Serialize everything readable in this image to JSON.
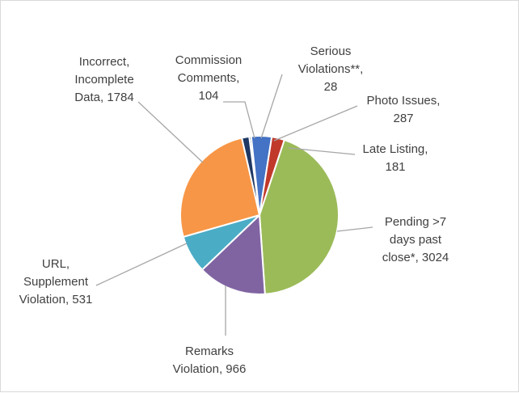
{
  "chart_data": {
    "type": "pie",
    "title": "",
    "start_angle_deg": -7.5,
    "direction": "clockwise",
    "slices": [
      {
        "name": "Serious Violations**",
        "value": 28,
        "color": "#264478",
        "label_lines": [
          "Serious",
          "Violations**,",
          "28"
        ]
      },
      {
        "name": "Photo Issues",
        "value": 287,
        "color": "#4472c4",
        "label_lines": [
          "Photo Issues,",
          "287"
        ]
      },
      {
        "name": "Late Listing",
        "value": 181,
        "color": "#c0392b",
        "label_lines": [
          "Late Listing,",
          "181"
        ]
      },
      {
        "name": "Pending >7 days past close*",
        "value": 3024,
        "color": "#9bbb59",
        "label_lines": [
          "Pending >7",
          "days past",
          "close*, 3024"
        ]
      },
      {
        "name": "Remarks Violation",
        "value": 966,
        "color": "#8064a2",
        "label_lines": [
          "Remarks",
          "Violation, 966"
        ]
      },
      {
        "name": "URL, Supplement Violation",
        "value": 531,
        "color": "#4bacc6",
        "label_lines": [
          "URL,",
          "Supplement",
          "Violation, 531"
        ]
      },
      {
        "name": "Incorrect, Incomplete Data",
        "value": 1784,
        "color": "#f79646",
        "label_lines": [
          "Incorrect,",
          "Incomplete",
          "Data, 1784"
        ]
      },
      {
        "name": "Commission Comments",
        "value": 104,
        "color": "#1f3864",
        "label_lines": [
          "Commission",
          "Comments,",
          "104"
        ]
      }
    ]
  }
}
